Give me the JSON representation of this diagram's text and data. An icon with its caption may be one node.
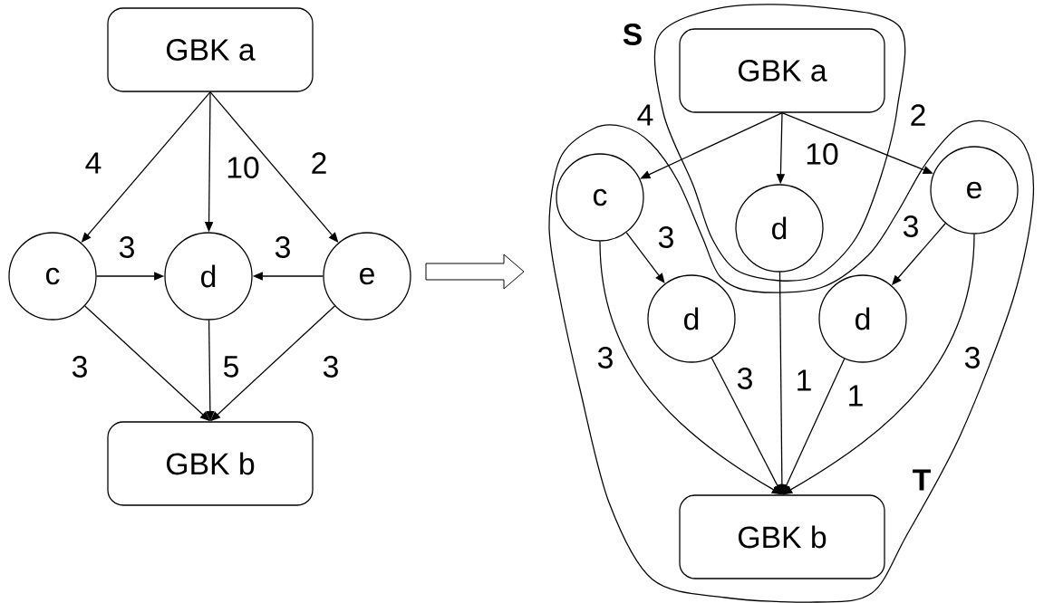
{
  "diagram": {
    "nodes": [
      {
        "text": [
          "GBK a"
        ]
      },
      {
        "text": [
          "c"
        ]
      },
      {
        "text": [
          "d"
        ]
      },
      {
        "text": [
          "e"
        ]
      },
      {
        "text": [
          "GBK b"
        ]
      },
      {
        "text": [
          "S"
        ]
      },
      {
        "text": [
          "GBK a"
        ],
        "in": 5
      },
      {
        "text": [
          "d"
        ],
        "in": 5
      },
      {
        "text": [
          "T"
        ]
      },
      {
        "text": [
          "c"
        ],
        "in": 8
      },
      {
        "text": [
          "e"
        ],
        "in": 8
      },
      {
        "text": [
          "d"
        ],
        "in": 8
      },
      {
        "text": [
          "d"
        ],
        "in": 8
      },
      {
        "text": [
          "GBK b"
        ],
        "in": 8
      }
    ],
    "edges": [
      {
        "from": 0,
        "to": 1,
        "arrow": "to",
        "label": "4"
      },
      {
        "from": 0,
        "to": 2,
        "arrow": "to",
        "label": "10"
      },
      {
        "from": 0,
        "to": 3,
        "arrow": "to",
        "label": "2"
      },
      {
        "from": 1,
        "to": 2,
        "arrow": "to",
        "label": "3"
      },
      {
        "from": 3,
        "to": 2,
        "arrow": "to",
        "label": "3"
      },
      {
        "from": 1,
        "to": 4,
        "arrow": "to",
        "label": "3"
      },
      {
        "from": 2,
        "to": 4,
        "arrow": "to",
        "label": "5"
      },
      {
        "from": 3,
        "to": 4,
        "arrow": "to",
        "label": "3"
      },
      {
        "from": 6,
        "to": 9,
        "arrow": "to",
        "label": "4"
      },
      {
        "from": 6,
        "to": 7,
        "arrow": "to",
        "label": "10"
      },
      {
        "from": 6,
        "to": 10,
        "arrow": "to",
        "label": "2"
      },
      {
        "from": 9,
        "to": 11,
        "arrow": "to",
        "label": "3"
      },
      {
        "from": 10,
        "to": 12,
        "arrow": "to",
        "label": "3"
      },
      {
        "from": 9,
        "to": 13,
        "arrow": "to",
        "label": "3"
      },
      {
        "from": 11,
        "to": 13,
        "arrow": "to",
        "label": "3"
      },
      {
        "from": 7,
        "to": 13,
        "arrow": "to",
        "label": "1"
      },
      {
        "from": 12,
        "to": 13,
        "arrow": "to",
        "label": "1"
      },
      {
        "from": 10,
        "to": 13,
        "arrow": "to",
        "label": "3"
      }
    ]
  }
}
